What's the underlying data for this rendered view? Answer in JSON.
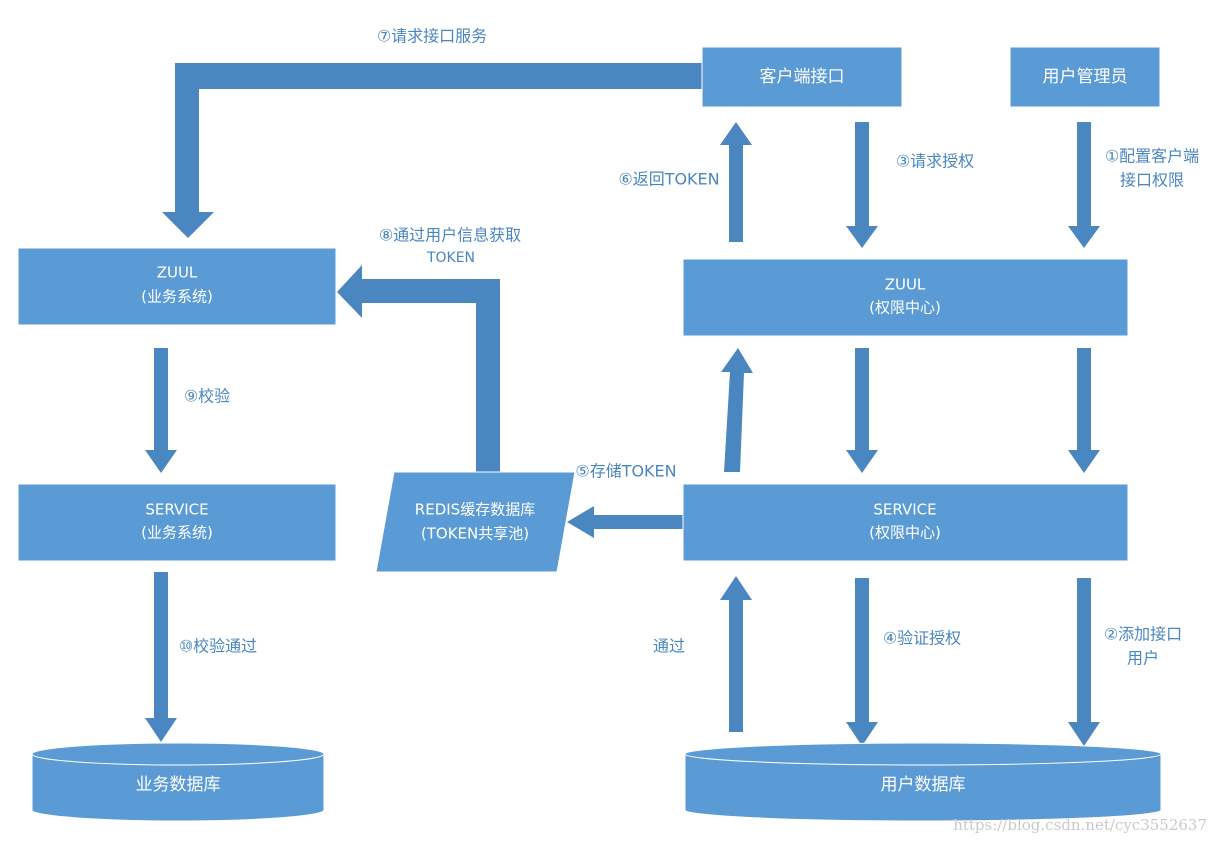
{
  "colors": {
    "box_fill": "#5b9bd5",
    "box_stroke": "#ffffff",
    "arrow_fill": "#4a86c0",
    "label_text": "#4a86c0",
    "box_text": "#ffffff"
  },
  "nodes": {
    "client_interface": "客户端接口",
    "user_admin": "用户管理员",
    "zuul_business_title": "ZUUL",
    "zuul_business_sub": "(业务系统)",
    "zuul_auth_title": "ZUUL",
    "zuul_auth_sub": "(权限中心)",
    "service_business_title": "SERVICE",
    "service_business_sub": "(业务系统)",
    "service_auth_title": "SERVICE",
    "service_auth_sub": "(权限中心)",
    "redis_title": "REDIS缓存数据库",
    "redis_sub": "(TOKEN共享池)",
    "business_db": "业务数据库",
    "user_db": "用户数据库"
  },
  "labels": {
    "step1_line1": "①配置客户端",
    "step1_line2": "接口权限",
    "step2_line1": "②添加接口",
    "step2_line2": "用户",
    "step3": "③请求授权",
    "step4": "④验证授权",
    "step5": "⑤存储TOKEN",
    "step6": "⑥返回TOKEN",
    "step7": "⑦请求接口服务",
    "step8_line1": "⑧通过用户信息获取",
    "step8_line2": "TOKEN",
    "step9": "⑨校验",
    "step10": "⑩校验通过",
    "pass": "通过"
  },
  "watermark": "https://blog.csdn.net/cyc3552637"
}
